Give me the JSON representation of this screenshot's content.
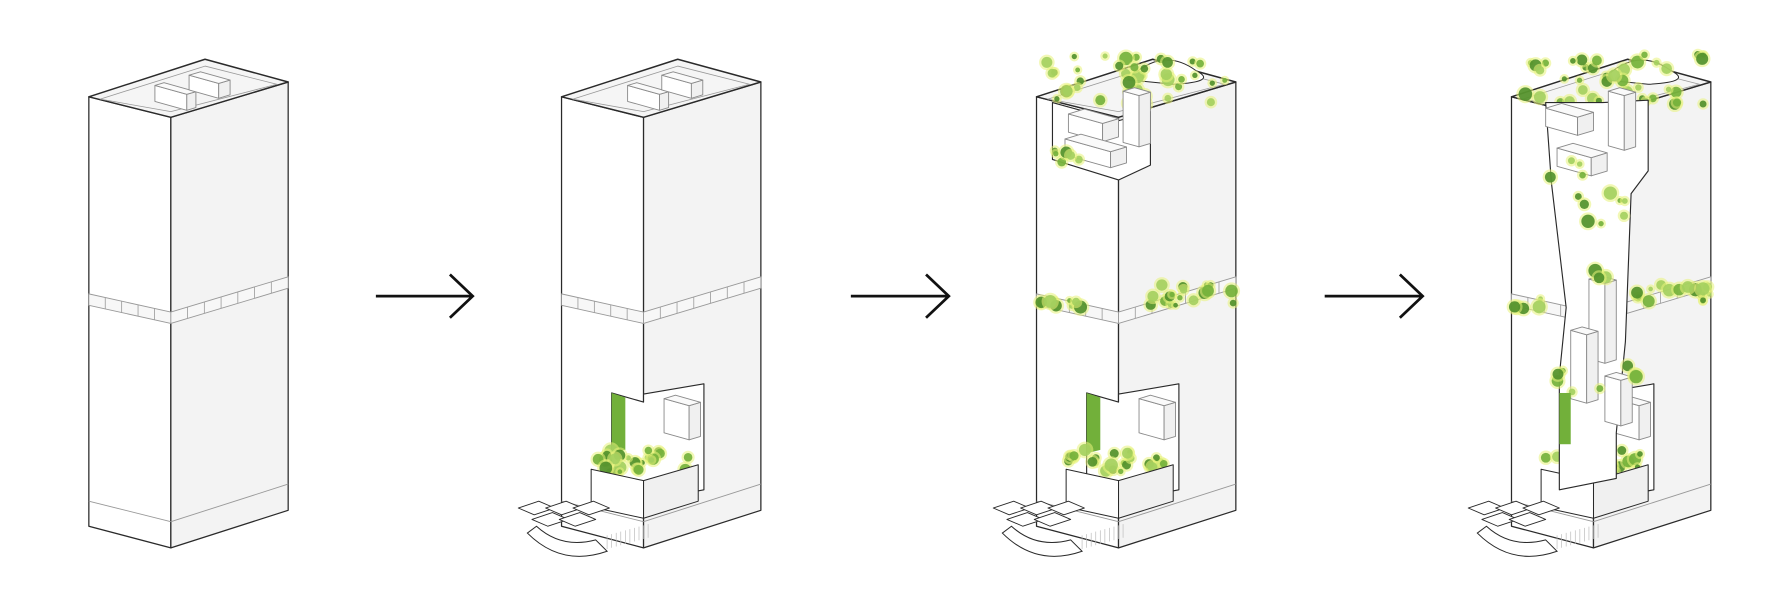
{
  "diagram": {
    "stages": [
      {
        "id": "stage-1",
        "features": [
          "tower",
          "roof-boxes",
          "mid-band"
        ]
      },
      {
        "id": "stage-2",
        "features": [
          "tower",
          "roof-boxes",
          "mid-band",
          "lower-green-void",
          "ground-canopy"
        ]
      },
      {
        "id": "stage-3",
        "features": [
          "tower",
          "roof-garden",
          "upper-green-void",
          "green-mid-band",
          "lower-green-void",
          "ground-canopy"
        ]
      },
      {
        "id": "stage-4",
        "features": [
          "tower",
          "roof-garden",
          "vertical-green-void",
          "green-mid-band",
          "lower-green-void",
          "ground-canopy"
        ]
      }
    ],
    "arrows": [
      {
        "from": "stage-1",
        "to": "stage-2",
        "icon": "arrow-right-icon"
      },
      {
        "from": "stage-2",
        "to": "stage-3",
        "icon": "arrow-right-icon"
      },
      {
        "from": "stage-3",
        "to": "stage-4",
        "icon": "arrow-right-icon"
      }
    ]
  },
  "colors": {
    "outline": "#2a2a2a",
    "light_line": "#8a8a8a",
    "left_face": "#ffffff",
    "right_face": "#f3f3f3",
    "roof": "#f5f5f5",
    "green_dark": "#4f8f2a",
    "green_mid": "#72b03a",
    "green_light": "#a3cf5e",
    "glow": "#e8f27a"
  }
}
